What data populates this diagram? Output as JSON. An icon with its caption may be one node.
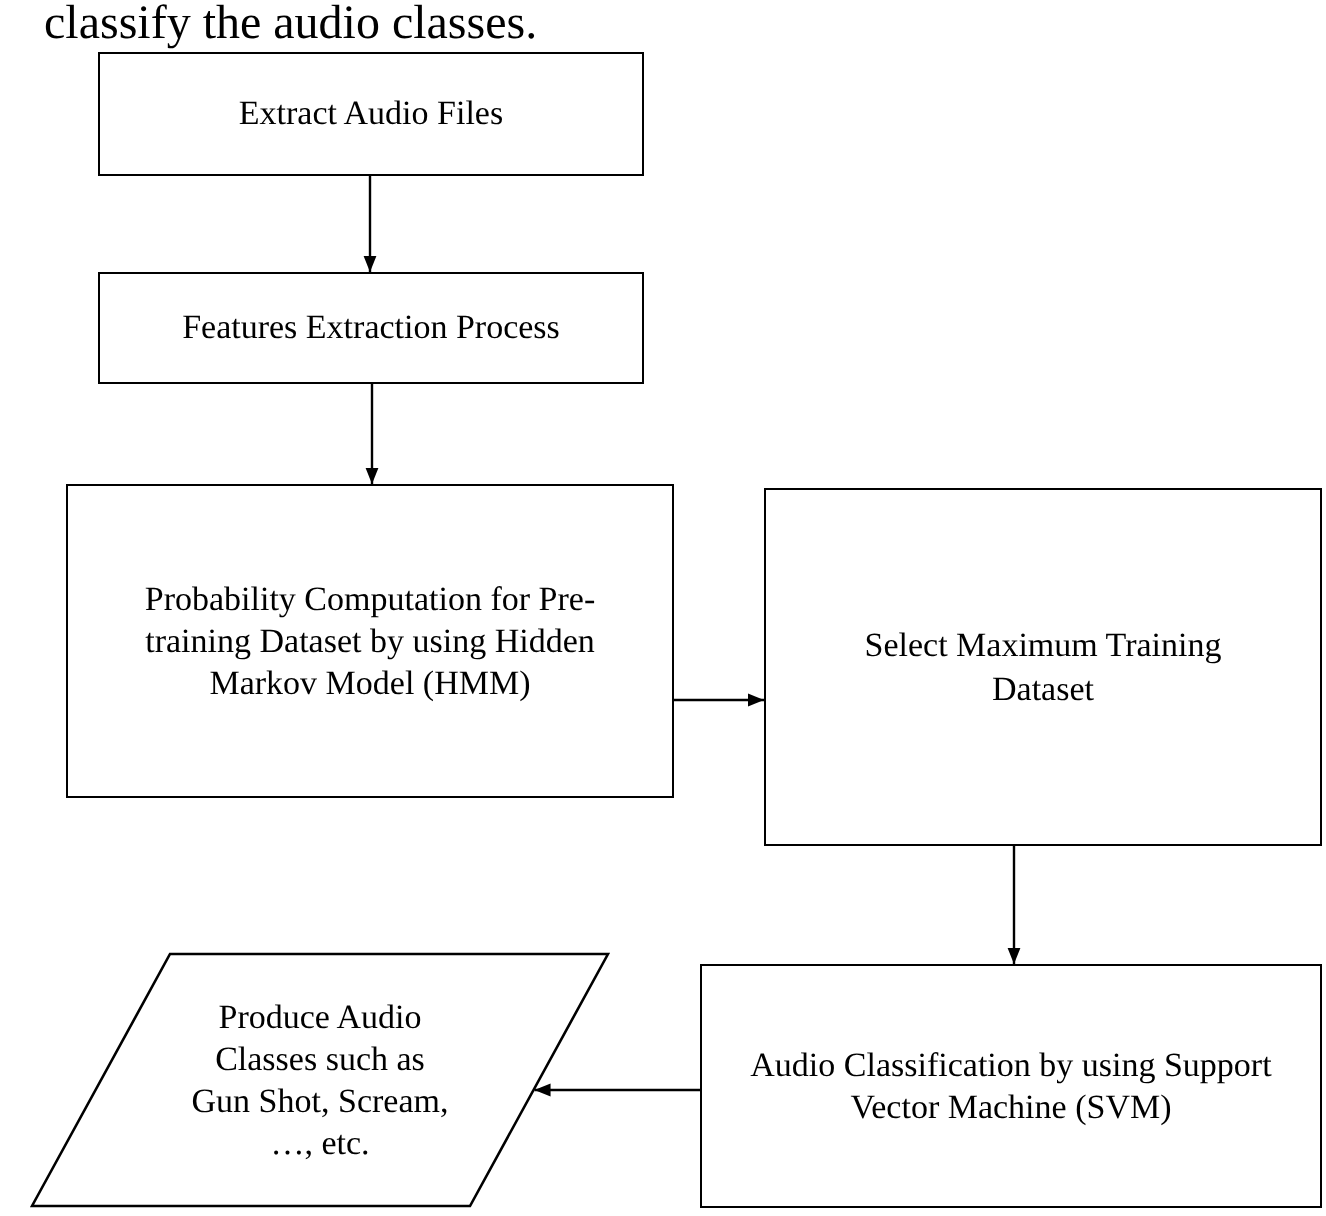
{
  "diagram": {
    "nodes": [
      {
        "text": [
          "Extract Audio Files"
        ]
      },
      {
        "text": [
          "Features Extraction Process"
        ]
      },
      {
        "text": [
          "Probability Computation for Pre-training Dataset by using Hidden Markov Model (HMM)"
        ]
      },
      {
        "text": [
          "Select Maximum Training Dataset"
        ]
      },
      {
        "text": [
          "Audio Classification by using Support Vector Machine (SVM)"
        ]
      },
      {
        "text": [
          "Produce Audio Classes such as Gun Shot, Scream, …, etc."
        ]
      }
    ],
    "edges": [
      {
        "from": 0,
        "to": 1,
        "arrow": "to"
      },
      {
        "from": 1,
        "to": 2,
        "arrow": "to"
      },
      {
        "from": 2,
        "to": 3,
        "arrow": "to"
      },
      {
        "from": 3,
        "to": 4,
        "arrow": "to"
      },
      {
        "from": 4,
        "to": 5,
        "arrow": "to"
      }
    ],
    "labels": [
      "classify the audio classes."
    ]
  }
}
